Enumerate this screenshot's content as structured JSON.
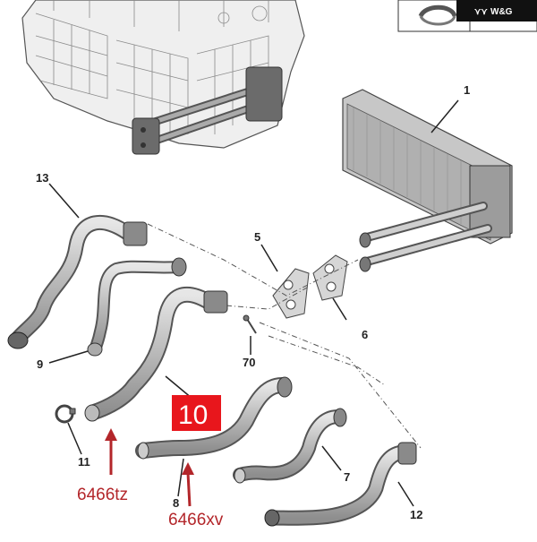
{
  "brand": {
    "logo_text": "W&G"
  },
  "callouts": {
    "c1": "1",
    "c5": "5",
    "c6": "6",
    "c7": "7",
    "c8": "8",
    "c9": "9",
    "c11": "11",
    "c12": "12",
    "c13": "13",
    "c70": "70"
  },
  "highlight": {
    "label": "10",
    "color": "#e8161c"
  },
  "annotations": {
    "left_part": "6466tz",
    "bottom_part": "6466xv",
    "color": "#b3262a"
  }
}
